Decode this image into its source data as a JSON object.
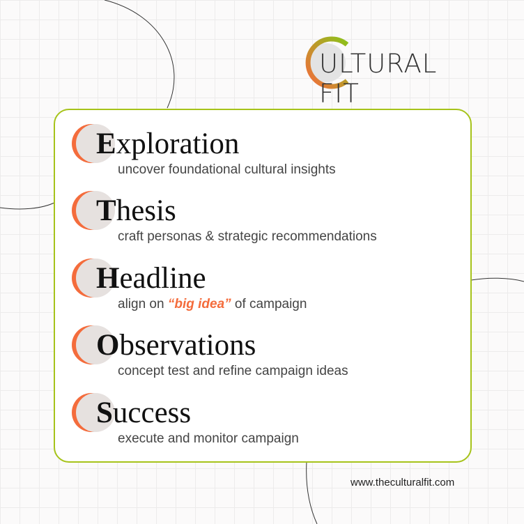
{
  "logo": {
    "text": "ULTURAL FIT",
    "brand": "CULTURAL FIT"
  },
  "items": [
    {
      "initial": "E",
      "rest": "xploration",
      "desc": "uncover foundational cultural insights"
    },
    {
      "initial": "T",
      "rest": "hesis",
      "desc": "craft personas & strategic recommendations"
    },
    {
      "initial": "H",
      "rest": "eadline",
      "desc_pre": "align on ",
      "desc_hl": "“big idea”",
      "desc_post": " of campaign"
    },
    {
      "initial": "O",
      "rest": "bservations",
      "desc": "concept test and refine campaign ideas"
    },
    {
      "initial": "S",
      "rest": "uccess",
      "desc": "execute and monitor campaign"
    }
  ],
  "url": "www.theculturalfit.com",
  "colors": {
    "accent": "#f46c3c",
    "border": "#a6c31a"
  }
}
